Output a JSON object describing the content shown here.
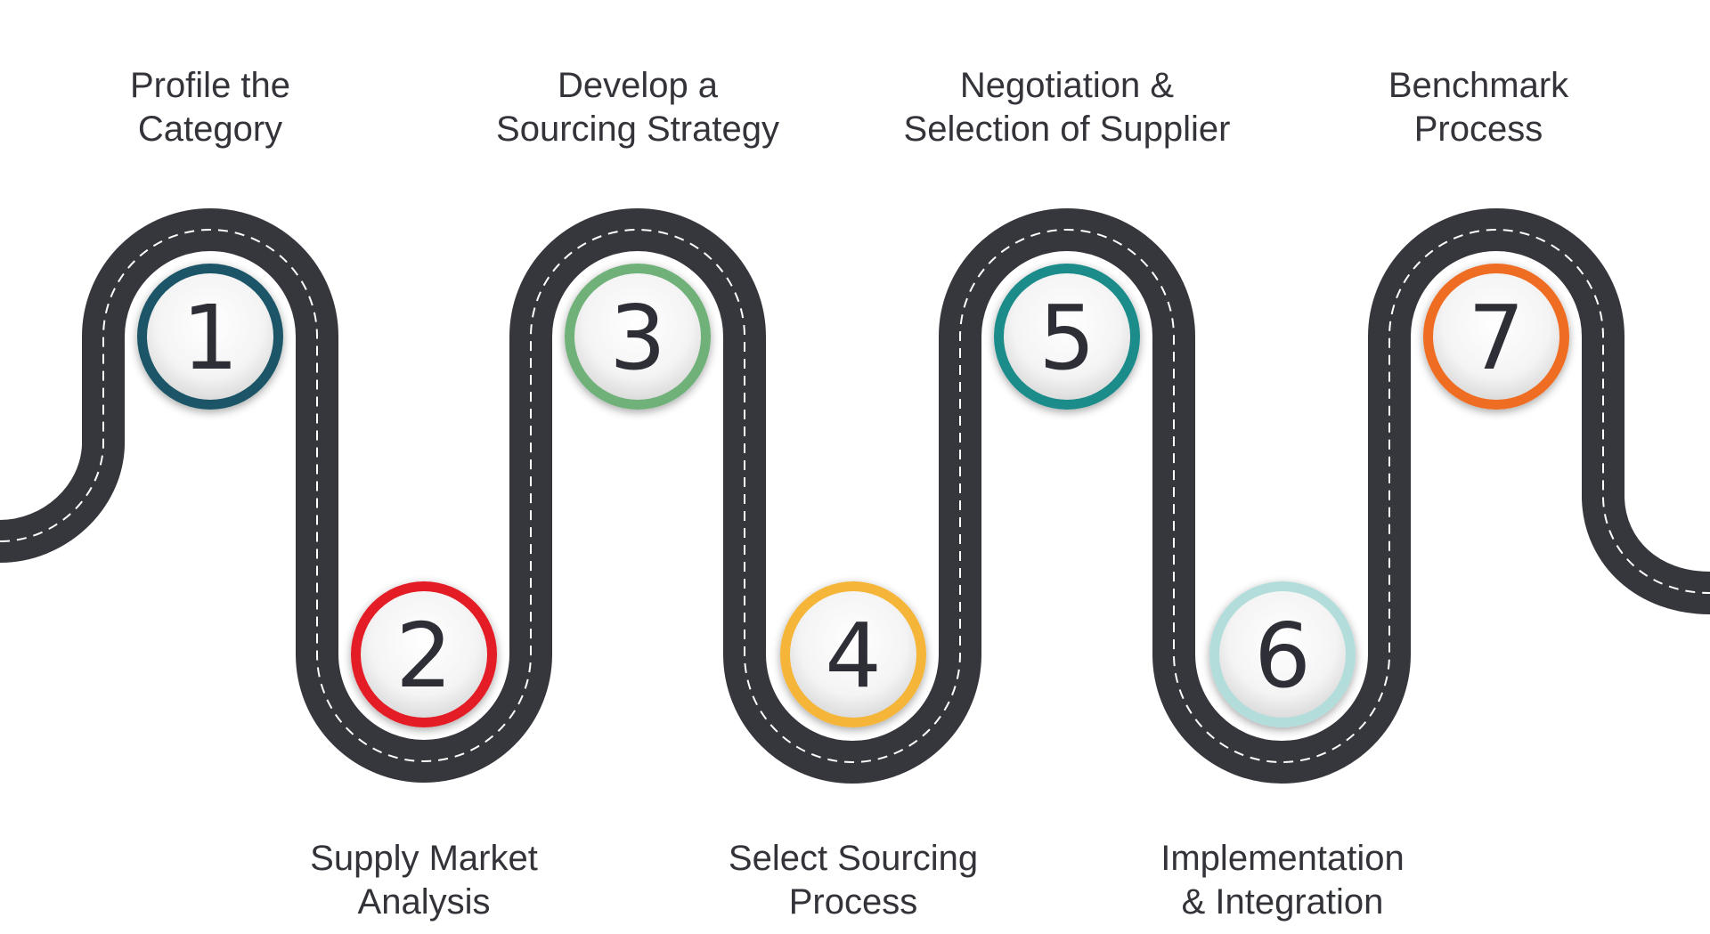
{
  "steps": [
    {
      "number": "1",
      "line1": "Profile the",
      "line2": "Category",
      "color": "#1f5568"
    },
    {
      "number": "2",
      "line1": "Supply Market",
      "line2": "Analysis",
      "color": "#e31e26"
    },
    {
      "number": "3",
      "line1": "Develop a",
      "line2": "Sourcing Strategy",
      "color": "#6fb17a"
    },
    {
      "number": "4",
      "line1": "Select Sourcing",
      "line2": "Process",
      "color": "#f5b538"
    },
    {
      "number": "5",
      "line1": "Negotiation &",
      "line2": "Selection of Supplier",
      "color": "#1a8c8a"
    },
    {
      "number": "6",
      "line1": "Implementation",
      "line2": "& Integration",
      "color": "#b3dddb"
    },
    {
      "number": "7",
      "line1": "Benchmark",
      "line2": "Process",
      "color": "#ef6d22"
    }
  ],
  "colors": {
    "road": "#36363d",
    "road_edge": "#2a2a30",
    "lane_marking": "#ffffff",
    "text": "#333339",
    "number": "#2d2e36"
  }
}
